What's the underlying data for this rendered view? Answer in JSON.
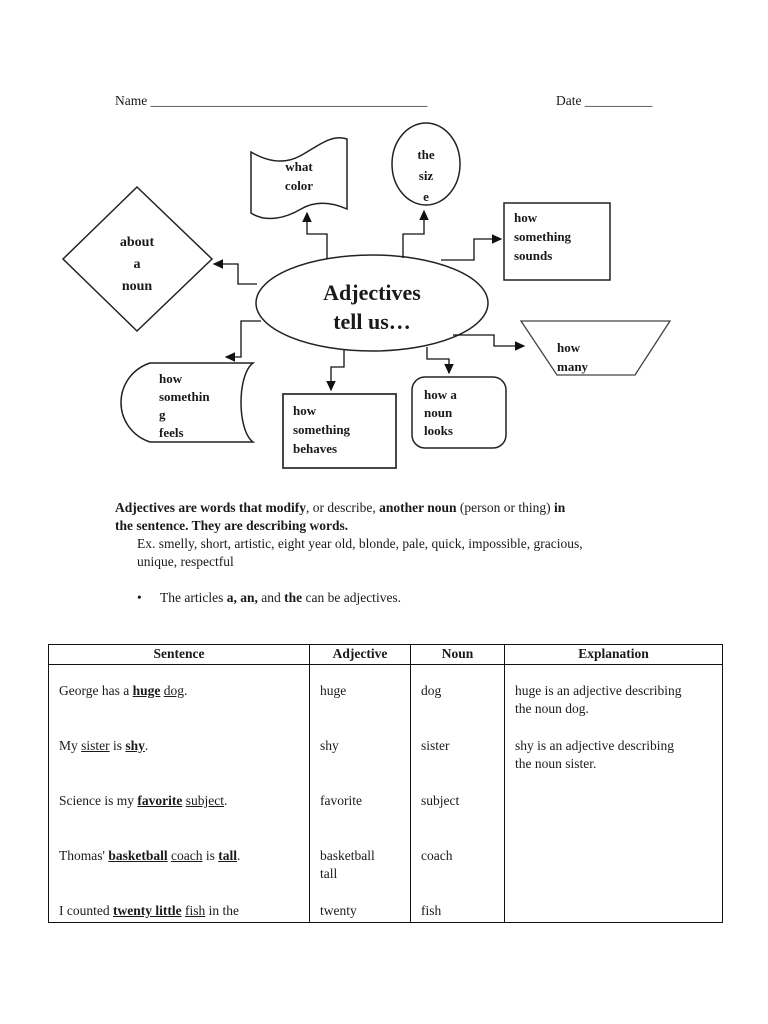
{
  "header": {
    "name_label": "Name",
    "name_line": "_________________________________________",
    "date_label": "Date",
    "date_line": "__________"
  },
  "diagram": {
    "center_label": "Adjectives\ntell us…",
    "nodes": {
      "what_color": "what\ncolor",
      "the_size": "the\nsiz\ne",
      "about_a_noun": "about\na\nnoun",
      "how_something_sounds": "how\nsomething\nsounds",
      "how_many": "how\nmany",
      "how_something_feels": "how\nsomethin\ng\nfeels",
      "how_something_behaves": "how\nsomething\nbehaves",
      "how_a_noun_looks": "how a\nnoun\nlooks"
    }
  },
  "intro": {
    "p1": [
      "Adjectives are words that modify",
      ", or describe, ",
      "another noun",
      " (person or thing) ",
      "in",
      "the sentence. They are describing words."
    ],
    "examples": "Ex. smelly, short, artistic, eight year old, blonde, pale, quick, impossible, gracious,\nunique, respectful",
    "bullet_glyph": "•",
    "bullet": [
      "The articles ",
      "a, an,",
      " and ",
      "the",
      " can be adjectives."
    ]
  },
  "table": {
    "headers": [
      "Sentence",
      "Adjective",
      "Noun",
      "Explanation"
    ],
    "rows": [
      {
        "sentence": [
          "George has a ",
          "huge",
          " ",
          "dog",
          "."
        ],
        "adjective": "huge",
        "noun": "dog",
        "explanation": "huge is an adjective describing\nthe noun dog."
      },
      {
        "sentence": [
          "My ",
          "sister",
          " is ",
          "shy",
          "."
        ],
        "adjective": "shy",
        "noun": "sister",
        "explanation": "shy is an adjective describing\nthe noun sister."
      },
      {
        "sentence": [
          "Science is my ",
          "favorite",
          " ",
          "subject",
          "."
        ],
        "adjective": "favorite",
        "noun": "subject",
        "explanation": ""
      },
      {
        "sentence": [
          "Thomas' ",
          "basketball",
          " ",
          "coach",
          " is ",
          "tall",
          "."
        ],
        "adjective": "basketball\ntall",
        "noun": "coach",
        "explanation": ""
      },
      {
        "sentence": [
          "I counted ",
          "twenty little",
          " ",
          "fish",
          " in the"
        ],
        "adjective": "twenty",
        "noun": "fish",
        "explanation": ""
      }
    ]
  }
}
